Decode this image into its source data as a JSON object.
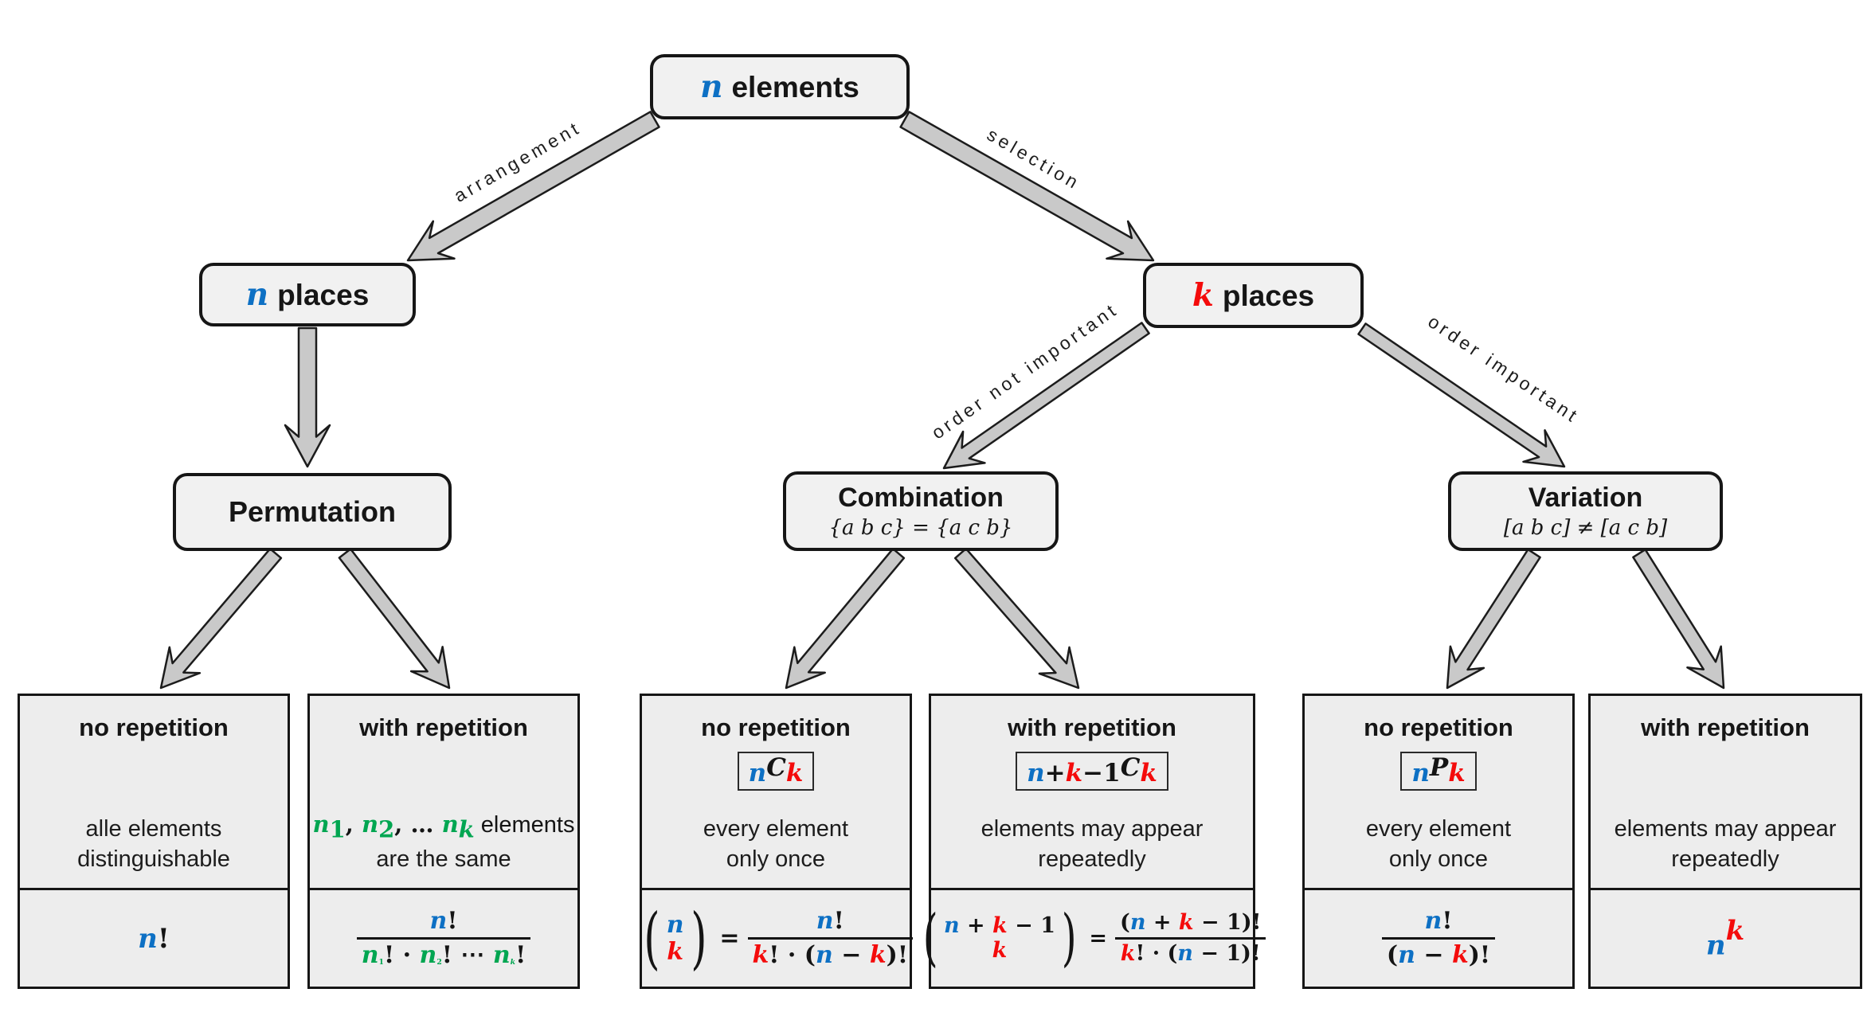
{
  "palette": {
    "blue": "#0d70c4",
    "red": "#f40b0b",
    "green": "#00a651",
    "boxfill": "#ededed",
    "nodefill": "#f1f1f1",
    "arrowfill": "#c9c9c9",
    "ink": "#161616"
  },
  "nodes": {
    "root": {
      "var": "n",
      "label": "elements"
    },
    "places_n": {
      "var": "n",
      "label": "places"
    },
    "places_k": {
      "var": "k",
      "label": "places"
    },
    "permutation": {
      "title": "Permutation"
    },
    "combination": {
      "title": "Combination",
      "subtitle": "{a b c} = {a c b}"
    },
    "variation": {
      "title": "Variation",
      "subtitle": "[a b c] ≠ [a c b]"
    }
  },
  "edges": {
    "arrangement": "arrangement",
    "selection": "selection",
    "order_not_important": "order not important",
    "order_important": "order important"
  },
  "cards": {
    "perm_no": {
      "title": "no repetition",
      "desc1": "alle elements",
      "desc2": "distinguishable",
      "formula": [
        {
          "t": "n",
          "c": "b",
          "i": 1
        },
        {
          "t": "!",
          "c": "k"
        }
      ]
    },
    "perm_rep": {
      "title": "with repetition",
      "desc1_tokens": [
        {
          "t": "n",
          "c": "g",
          "i": 1
        },
        {
          "t": "1",
          "c": "g",
          "sub": 1
        },
        {
          "t": ", ",
          "c": "k"
        },
        {
          "t": "n",
          "c": "g",
          "i": 1
        },
        {
          "t": "2",
          "c": "g",
          "sub": 1
        },
        {
          "t": ", … ",
          "c": "k"
        },
        {
          "t": "n",
          "c": "g",
          "i": 1
        },
        {
          "t": "k",
          "c": "g",
          "i": 1,
          "sub": 1
        },
        {
          "t": " elements",
          "c": "k",
          "sans": 1
        }
      ],
      "desc2": "are the same",
      "frac_num": [
        {
          "t": "n",
          "c": "b",
          "i": 1
        },
        {
          "t": "!",
          "c": "k"
        }
      ],
      "frac_den": [
        {
          "t": "n",
          "c": "g",
          "i": 1
        },
        {
          "t": "1",
          "c": "g",
          "sub": 1
        },
        {
          "t": "! · ",
          "c": "k"
        },
        {
          "t": "n",
          "c": "g",
          "i": 1
        },
        {
          "t": "2",
          "c": "g",
          "sub": 1
        },
        {
          "t": "! ⋯ ",
          "c": "k"
        },
        {
          "t": "n",
          "c": "g",
          "i": 1
        },
        {
          "t": "k",
          "c": "g",
          "i": 1,
          "sub": 1
        },
        {
          "t": "!",
          "c": "k"
        }
      ]
    },
    "comb_no": {
      "title": "no repetition",
      "badge": [
        {
          "t": "n",
          "c": "b",
          "i": 1,
          "sub": 1
        },
        {
          "t": "C",
          "c": "k",
          "i": 1
        },
        {
          "t": "k",
          "c": "r",
          "i": 1,
          "sub": 1
        }
      ],
      "desc1": "every element",
      "desc2": "only once",
      "paren_l": "(",
      "paren_r": ")",
      "eq": "=",
      "binom_top": [
        {
          "t": "n",
          "c": "b",
          "i": 1
        }
      ],
      "binom_bottom": [
        {
          "t": "k",
          "c": "r",
          "i": 1
        }
      ],
      "frac_num": [
        {
          "t": "n",
          "c": "b",
          "i": 1
        },
        {
          "t": "!",
          "c": "k"
        }
      ],
      "frac_den": [
        {
          "t": "k",
          "c": "r",
          "i": 1
        },
        {
          "t": "! · (",
          "c": "k"
        },
        {
          "t": "n",
          "c": "b",
          "i": 1
        },
        {
          "t": " − ",
          "c": "k"
        },
        {
          "t": "k",
          "c": "r",
          "i": 1
        },
        {
          "t": ")!",
          "c": "k"
        }
      ]
    },
    "comb_rep": {
      "title": "with repetition",
      "badge": [
        {
          "t": "n",
          "c": "b",
          "i": 1,
          "sub": 1
        },
        {
          "t": "+",
          "c": "k",
          "sub": 1
        },
        {
          "t": "k",
          "c": "r",
          "i": 1,
          "sub": 1
        },
        {
          "t": "−1",
          "c": "k",
          "sub": 1
        },
        {
          "t": "C",
          "c": "k",
          "i": 1
        },
        {
          "t": "k",
          "c": "r",
          "i": 1,
          "sub": 1
        }
      ],
      "desc1": "elements may appear",
      "desc2": "repeatedly",
      "paren_l": "(",
      "paren_r": ")",
      "eq": "=",
      "binom_top": [
        {
          "t": "n",
          "c": "b",
          "i": 1
        },
        {
          "t": " + ",
          "c": "k"
        },
        {
          "t": "k",
          "c": "r",
          "i": 1
        },
        {
          "t": " − 1",
          "c": "k"
        }
      ],
      "binom_bottom": [
        {
          "t": "k",
          "c": "r",
          "i": 1
        }
      ],
      "frac_num": [
        {
          "t": "(",
          "c": "k"
        },
        {
          "t": "n",
          "c": "b",
          "i": 1
        },
        {
          "t": " + ",
          "c": "k"
        },
        {
          "t": "k",
          "c": "r",
          "i": 1
        },
        {
          "t": " − 1)!",
          "c": "k"
        }
      ],
      "frac_den": [
        {
          "t": "k",
          "c": "r",
          "i": 1
        },
        {
          "t": "! · (",
          "c": "k"
        },
        {
          "t": "n",
          "c": "b",
          "i": 1
        },
        {
          "t": " − 1)!",
          "c": "k"
        }
      ]
    },
    "var_no": {
      "title": "no repetition",
      "badge": [
        {
          "t": "n",
          "c": "b",
          "i": 1,
          "sub": 1
        },
        {
          "t": "P",
          "c": "k",
          "i": 1
        },
        {
          "t": "k",
          "c": "r",
          "i": 1,
          "sub": 1
        }
      ],
      "desc1": "every element",
      "desc2": "only once",
      "frac_num": [
        {
          "t": "n",
          "c": "b",
          "i": 1
        },
        {
          "t": "!",
          "c": "k"
        }
      ],
      "frac_den": [
        {
          "t": "(",
          "c": "k"
        },
        {
          "t": "n",
          "c": "b",
          "i": 1
        },
        {
          "t": " − ",
          "c": "k"
        },
        {
          "t": "k",
          "c": "r",
          "i": 1
        },
        {
          "t": ")!",
          "c": "k"
        }
      ]
    },
    "var_rep": {
      "title": "with repetition",
      "desc1": "elements may appear",
      "desc2": "repeatedly",
      "formula": [
        {
          "t": "n",
          "c": "b",
          "i": 1
        },
        {
          "t": "k",
          "c": "r",
          "i": 1,
          "sup": 1
        }
      ]
    }
  }
}
